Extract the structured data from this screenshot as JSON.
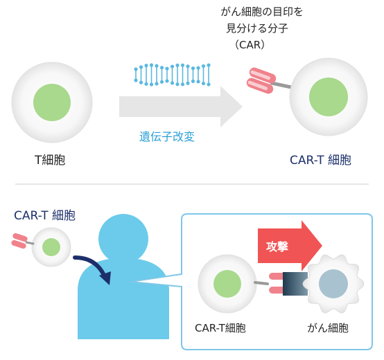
{
  "top": {
    "car_label_line1": "がん細胞の目印を",
    "car_label_line2": "見分ける分子",
    "car_label_line3": "（CAR）",
    "t_cell_label": "T細胞",
    "process_label": "遺伝子改変",
    "car_t_label": "CAR-T 細胞"
  },
  "bottom": {
    "car_t_small_label": "CAR-T 細胞",
    "attack_label": "攻撃",
    "car_t_cell_label": "CAR-T細胞",
    "cancer_cell_label": "がん細胞"
  },
  "colors": {
    "cell_outer": "#f2f2f2",
    "cell_nucleus": "#a8d98c",
    "car_receptor": "#f0828c",
    "blue_text": "#2a9fd6",
    "navy_text": "#1c2f6b",
    "body_blue": "#6ccbea",
    "attack_red": "#f05454",
    "panel_border": "#7fc6e8",
    "arrow_gray": "#e6e6e6",
    "dna_blue": "#5bb8e0",
    "cancer_nucleus": "#a9c2cf",
    "connector_dark": "#2d4f63"
  }
}
